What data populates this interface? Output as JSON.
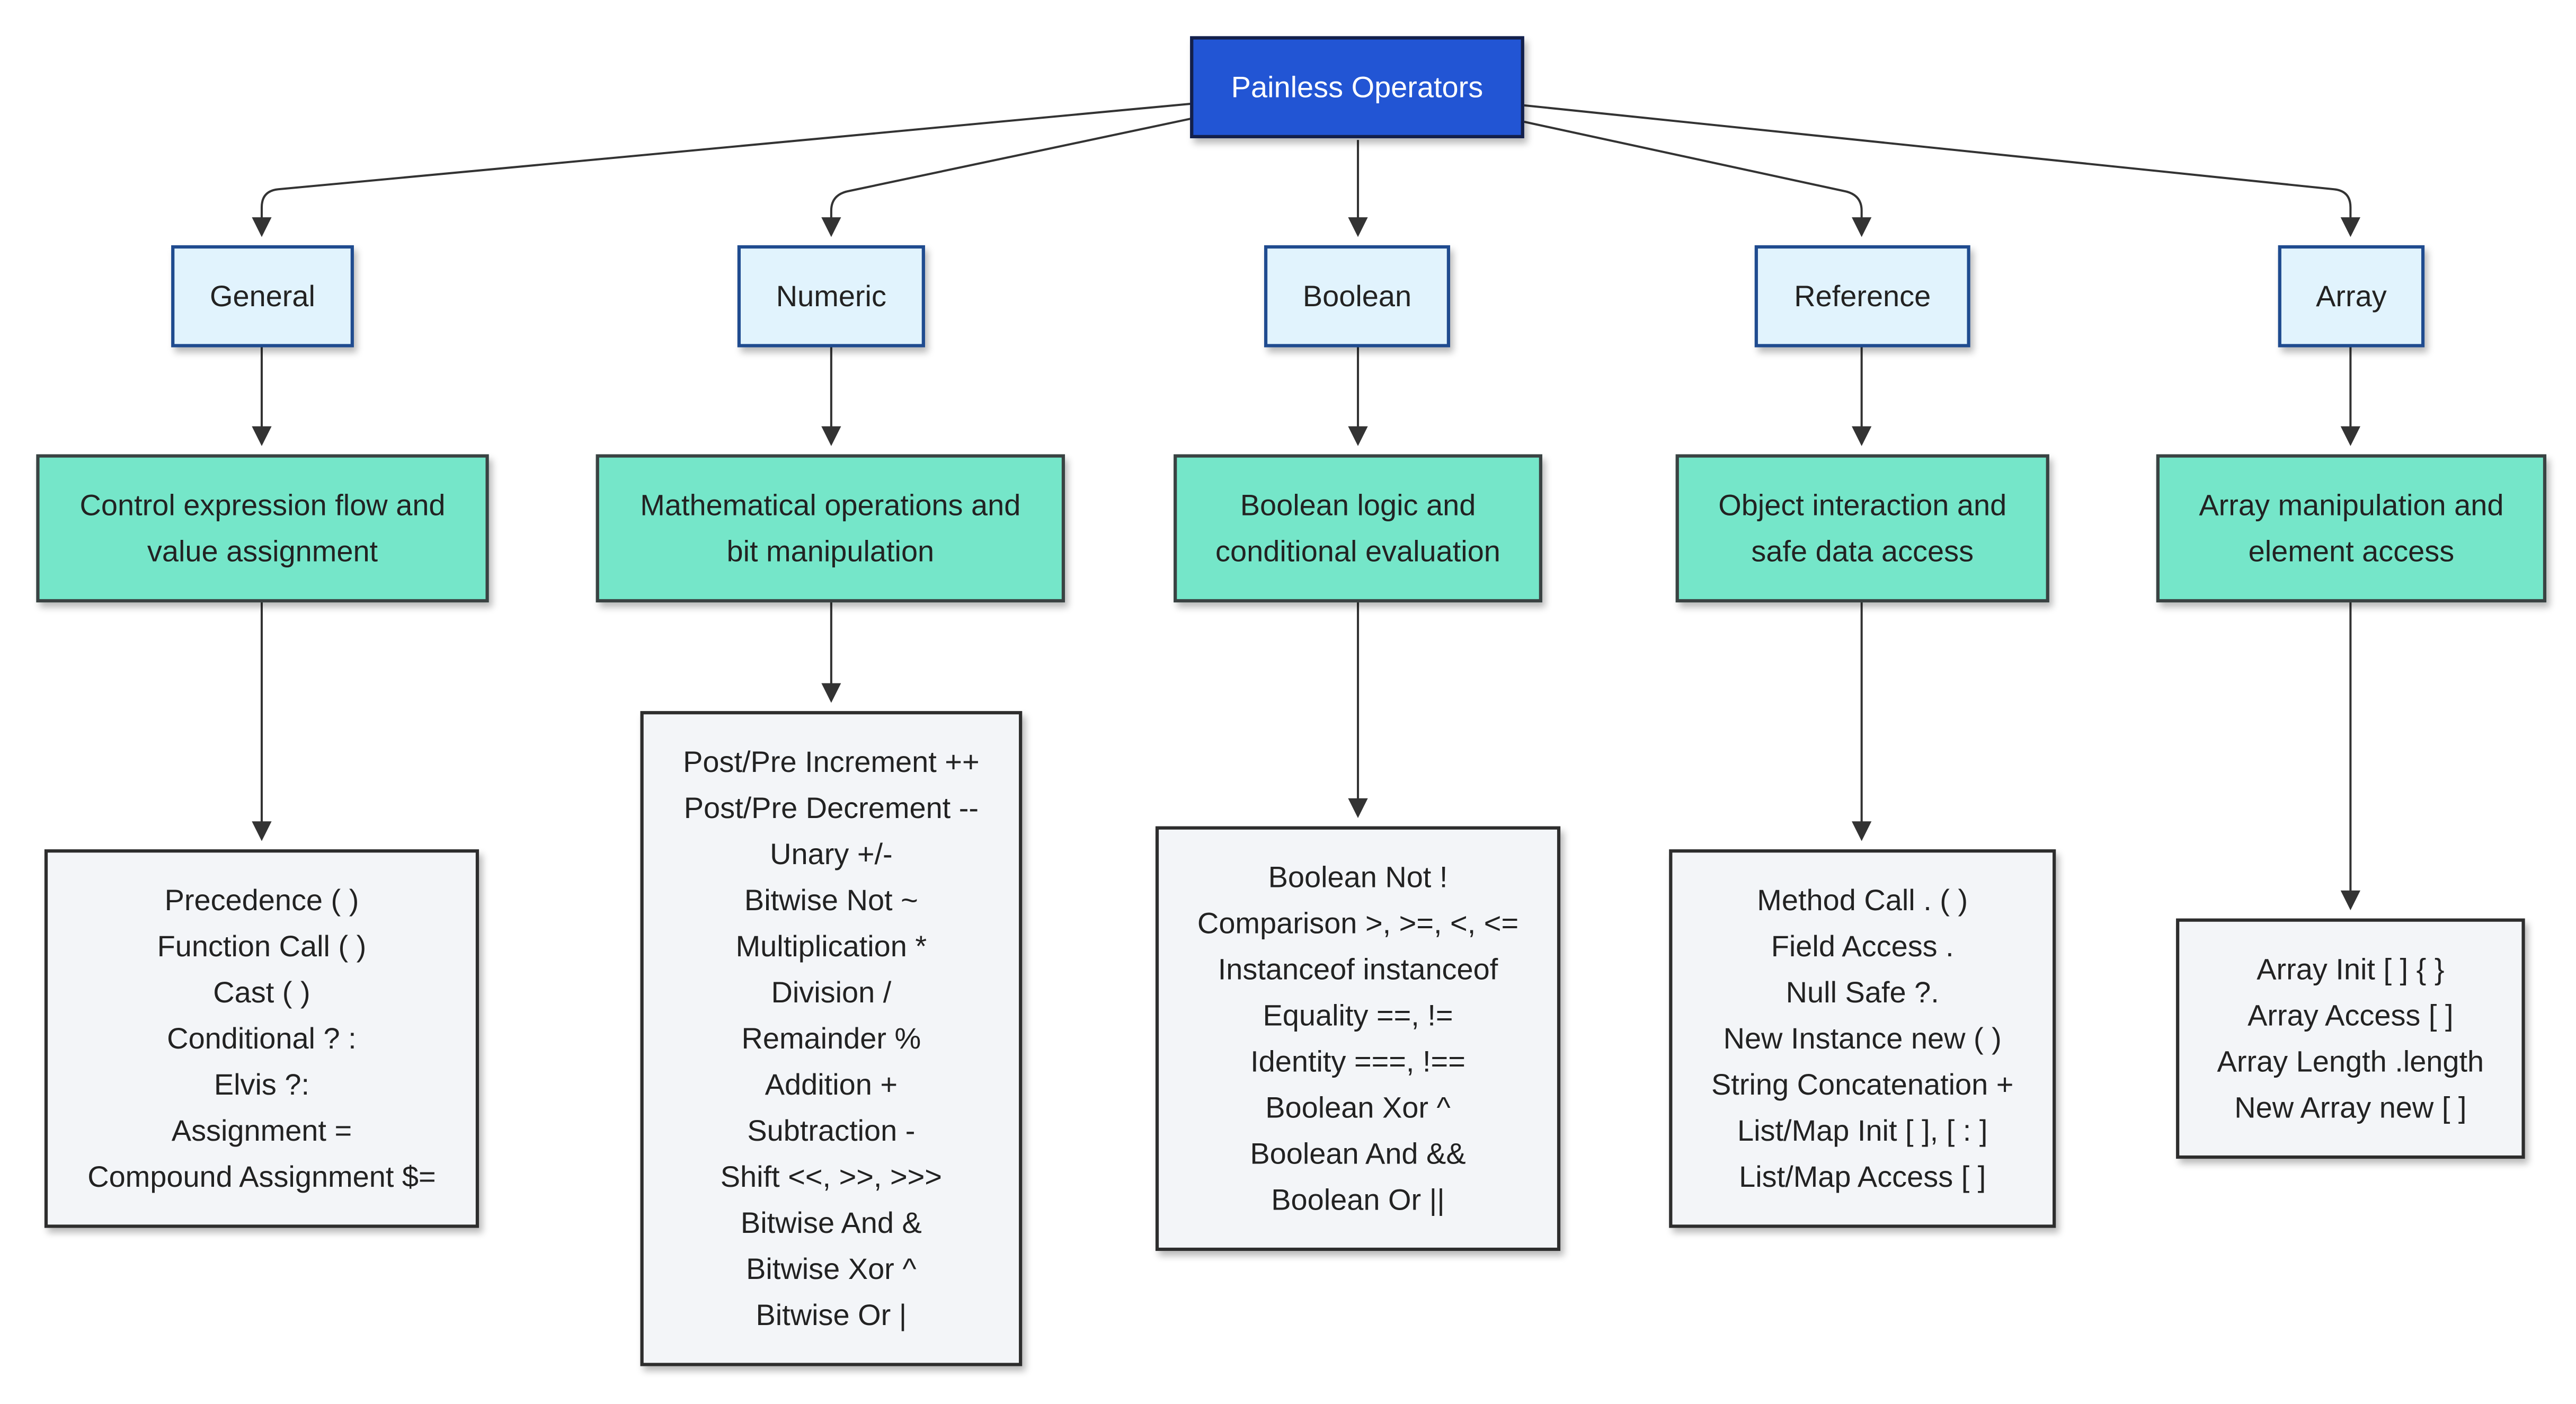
{
  "root": {
    "label": "Painless Operators"
  },
  "categories": [
    {
      "name": "General",
      "description": [
        "Control expression flow and",
        "value assignment"
      ],
      "operators": [
        "Precedence ( )",
        "Function Call ( )",
        "Cast ( )",
        "Conditional ? :",
        "Elvis ?:",
        "Assignment =",
        "Compound Assignment $="
      ]
    },
    {
      "name": "Numeric",
      "description": [
        "Mathematical operations and",
        "bit manipulation"
      ],
      "operators": [
        "Post/Pre Increment ++",
        "Post/Pre Decrement --",
        "Unary +/-",
        "Bitwise Not ~",
        "Multiplication *",
        "Division /",
        "Remainder %",
        "Addition +",
        "Subtraction -",
        "Shift <<, >>, >>>",
        "Bitwise And &",
        "Bitwise Xor ^",
        "Bitwise Or |"
      ]
    },
    {
      "name": "Boolean",
      "description": [
        "Boolean logic and",
        "conditional evaluation"
      ],
      "operators": [
        "Boolean Not !",
        "Comparison >, >=, <, <=",
        "Instanceof instanceof",
        "Equality ==, !=",
        "Identity ===, !==",
        "Boolean Xor ^",
        "Boolean And &&",
        "Boolean Or ||"
      ]
    },
    {
      "name": "Reference",
      "description": [
        "Object interaction and",
        "safe data access"
      ],
      "operators": [
        "Method Call . ( )",
        "Field Access .",
        "Null Safe ?.",
        "New Instance new ( )",
        "String Concatenation +",
        "List/Map Init [ ], [ : ]",
        "List/Map Access [ ]"
      ]
    },
    {
      "name": "Array",
      "description": [
        "Array manipulation and",
        "element access"
      ],
      "operators": [
        "Array Init [ ] { }",
        "Array Access [ ]",
        "Array Length .length",
        "New Array new [ ]"
      ]
    }
  ],
  "colors": {
    "root_fill": "#2255d4",
    "category_fill": "#e1f3fd",
    "description_fill": "#75e6c9",
    "operators_fill": "#f3f5f8",
    "edge": "#333333"
  }
}
